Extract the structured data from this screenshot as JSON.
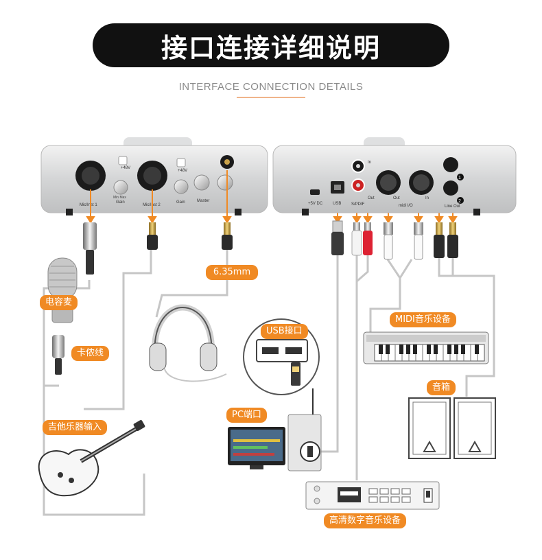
{
  "title": "接口连接详细说明",
  "subtitle": "INTERFACE CONNECTION DETAILS",
  "device_left": {
    "plus48_a": "+48V",
    "plus48_b": "+48V",
    "mic1": "Mic/Inst 1",
    "mic2": "Mic/Inst 2",
    "gain": "Gain",
    "gain2": "Gain",
    "master": "Master",
    "min_max": "Min  Max"
  },
  "device_right": {
    "dc": "+5V DC",
    "usb": "USB",
    "spdif": "S/PDIF",
    "in": "In",
    "out": "Out",
    "midi_out": "Out",
    "midi_io": "midi I/O",
    "midi_in": "In",
    "line_out": "Line Out",
    "one": "1",
    "two": "2"
  },
  "labels": {
    "size": "6.35mm",
    "mic": "电容麦",
    "cable": "卡侬线",
    "guitar": "吉他乐器输入",
    "usb_port": "USB接口",
    "pc_port": "PC端口",
    "midi_device": "MIDI音乐设备",
    "speakers": "音箱",
    "hd_device": "高清数字音乐设备"
  },
  "colors": {
    "accent": "#f08a24",
    "line": "#c8c8c8",
    "device": "#d9dadb"
  }
}
